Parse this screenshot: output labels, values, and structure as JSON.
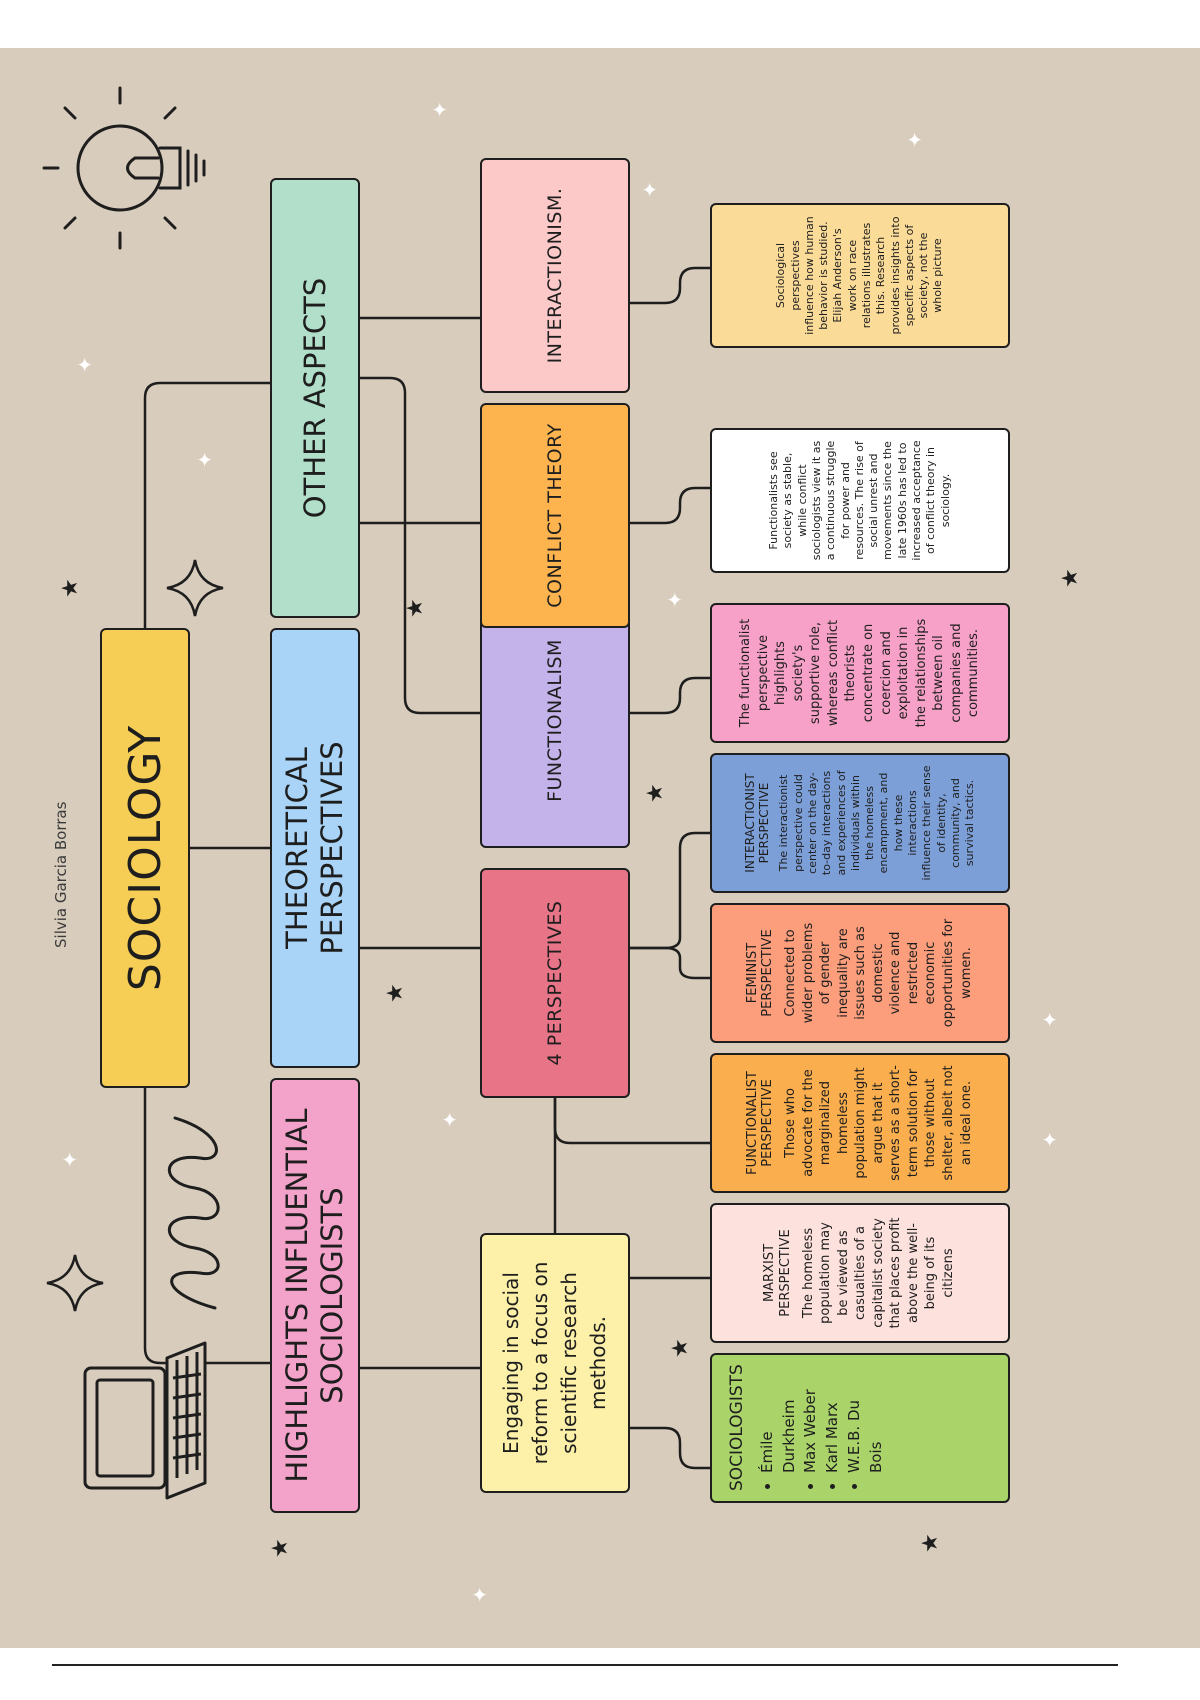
{
  "author": "Silvia Garcia Borras",
  "title": "SOCIOLOGY",
  "branches": {
    "highlights": "HIGHLIGHTS INFLUENTIAL SOCIOLOGISTS",
    "theoretical": "THEORETICAL PERSPECTIVES",
    "other": "OTHER ASPECTS"
  },
  "subnodes": {
    "research": "Engaging in social reform to a focus on scientific research methods.",
    "four_perspectives": "4 PERSPECTIVES",
    "functionalism": "FUNCTIONALISM",
    "conflict_theory": "CONFLICT THEORY",
    "interactionism": "INTERACTIONISM."
  },
  "sociologists": {
    "title": "SOCIOLOGISTS",
    "names": [
      "Émile Durkheim",
      "Max Weber",
      "Karl Marx",
      "W.E.B. Du Bois"
    ]
  },
  "perspectives": [
    {
      "title": "MARXIST PERSPECTIVE",
      "text": "The homeless population may be viewed as casualties of a capitalist society that places profit above the well-being of its citizens"
    },
    {
      "title": "FUNCTIONALIST PERSPECTIVE",
      "text": "Those who advocate for the marginalized homeless population might argue that it serves as a short-term solution for those without shelter, albeit not an ideal one."
    },
    {
      "title": "FEMINIST PERSPECTIVE",
      "text": "Connected to wider problems of gender inequality are issues such as domestic violence and restricted economic opportunities for women."
    },
    {
      "title": "INTERACTIONIST PERSPECTIVE",
      "text": "The interactionist perspective could center on the day-to-day interactions and experiences of individuals within the homeless encampment, and how these interactions influence their sense of identity, community, and survival tactics."
    }
  ],
  "details": {
    "functionalism": "The functionalist perspective highlights society's supportive role, whereas conflict theorists concentrate on coercion and exploitation in the relationships between oil companies and communities.",
    "conflict_theory": "Functionalists see society as stable, while conflict sociologists view it as a continuous struggle for power and resources. The rise of social unrest and movements since the late 1960s has led to increased acceptance of conflict theory in sociology.",
    "interactionism": "Sociological perspectives influence how human behavior is studied. Elijah Anderson's work on race relations illustrates this. Research provides insights into specific aspects of society, not the whole picture"
  },
  "colors": {
    "background": "#d8ccbc",
    "title": "#f6ce55",
    "highlights": "#f3a3c9",
    "theoretical": "#a9d4f7",
    "other": "#b2dfc9",
    "research": "#fdf0a9",
    "four_perspectives": "#e87488",
    "functionalism": "#c4b3ea",
    "conflict_theory": "#fdb44e",
    "interactionism": "#fcc8c8",
    "sociologists": "#aad46a",
    "marxist": "#fde1dd",
    "functionalist": "#fbae4d",
    "feminist": "#fc9e7c",
    "interactionist": "#7d9fd8",
    "func_detail": "#f7a1c8",
    "conflict_detail": "#ffffff",
    "inter_detail": "#fbdb98"
  },
  "icons": [
    "laptop-icon",
    "lightbulb-icon",
    "sparkle-icon",
    "star-icon",
    "squiggle-icon"
  ]
}
